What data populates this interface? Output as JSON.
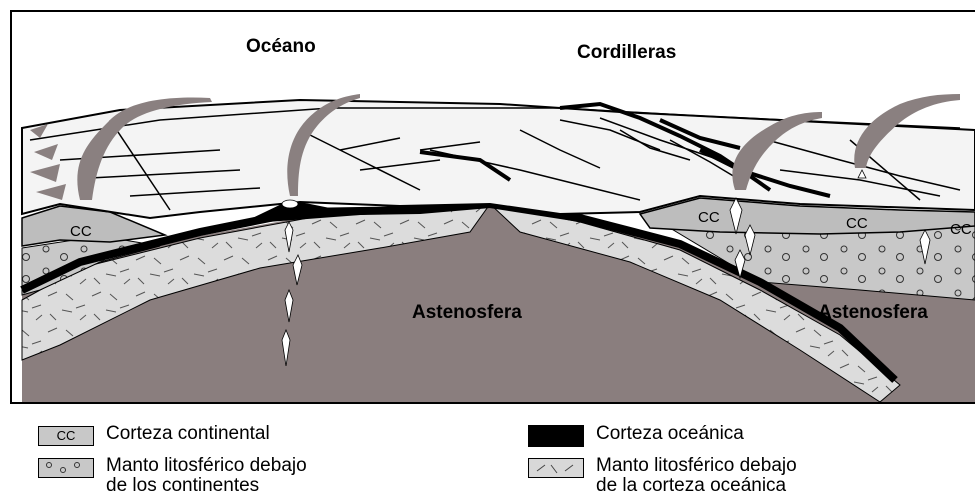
{
  "labels": {
    "ocean": "Océano",
    "cordilleras": "Cordilleras",
    "asthenosphere_left": "Astenosfera",
    "asthenosphere_right": "Astenosfera",
    "cc": "CC"
  },
  "legend": {
    "continental_crust": {
      "swatch": "CC",
      "text": "Corteza continental"
    },
    "oceanic_crust": {
      "text": "Corteza oceánica"
    },
    "mantle_continents": {
      "line1": "Manto litosférico debajo",
      "line2": "de los continentes"
    },
    "mantle_oceanic": {
      "line1": "Manto litosférico debajo",
      "line2": "de la corteza oceánica"
    }
  },
  "colors": {
    "asthenosphere": "#8a7e7e",
    "mantle_continental": "#c8c8c8",
    "mantle_oceanic": "#dcdcdc",
    "continental_crust": "#bdbdbd",
    "oceanic_crust": "#000000",
    "smoke": "#8a8080",
    "surface": "#f4f4f4"
  }
}
